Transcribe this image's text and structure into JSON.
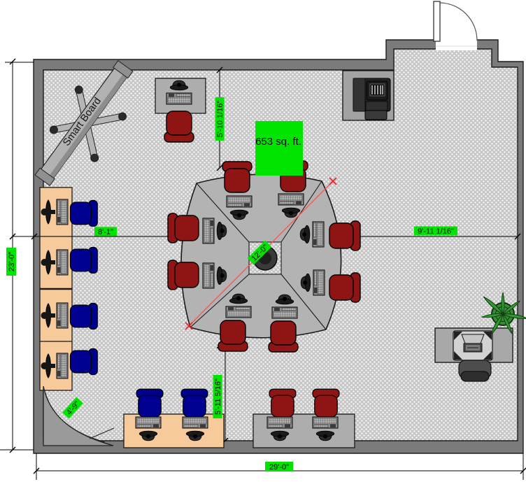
{
  "floor_plan": {
    "area_label": "653 sq. ft.",
    "smart_board_label": "Smart Board",
    "dimensions": {
      "room_height": "23'-0\"",
      "room_width": "29'-0\"",
      "left_wall_to_pod": "8'-1\"",
      "pod_to_right_wall": "9'-11 1/16\"",
      "top_wall_to_pod": "5'-10 1/16\"",
      "pod_to_bottom_wall": "5'-11 5/16\"",
      "corner_screen": "4'-9\"",
      "pod_diagonal": "12'-0\""
    },
    "colors": {
      "dimension_label_bg": "#00e400",
      "diagonal_dimension_line": "#ff5252",
      "wall": "#7b7b7b",
      "floor_base": "#c6c6c6",
      "desk_wood": "#f7ca9b",
      "desk_gray": "#adadad",
      "chair_red": "#8f1414",
      "chair_blue": "#000090",
      "plant_green": "#2f9e2f"
    }
  }
}
